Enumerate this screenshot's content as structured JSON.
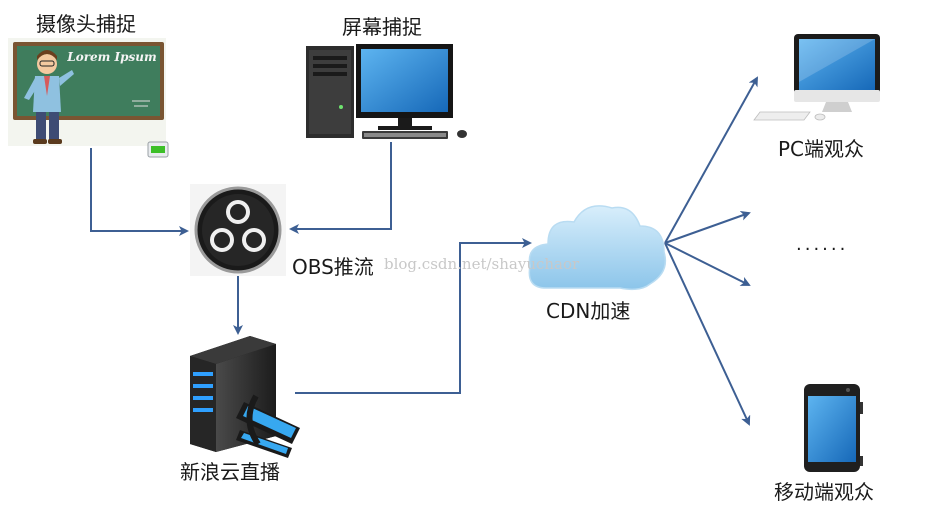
{
  "labels": {
    "camera": "摄像头捕捉",
    "screen": "屏幕捕捉",
    "obs": "OBS推流",
    "sina": "新浪云直播",
    "cdn": "CDN加速",
    "pc": "PC端观众",
    "dots": "......",
    "mobile": "移动端观众"
  },
  "board_text": "Lorem Ipsum",
  "watermark": "blog.csdn.net/shayuchaor",
  "colors": {
    "arrow": "#3d5f93",
    "monitor": "#1f7fd1",
    "cloud": "#9fd0ee",
    "server": "#2a2a2a",
    "obs": "#1a1a1a"
  }
}
